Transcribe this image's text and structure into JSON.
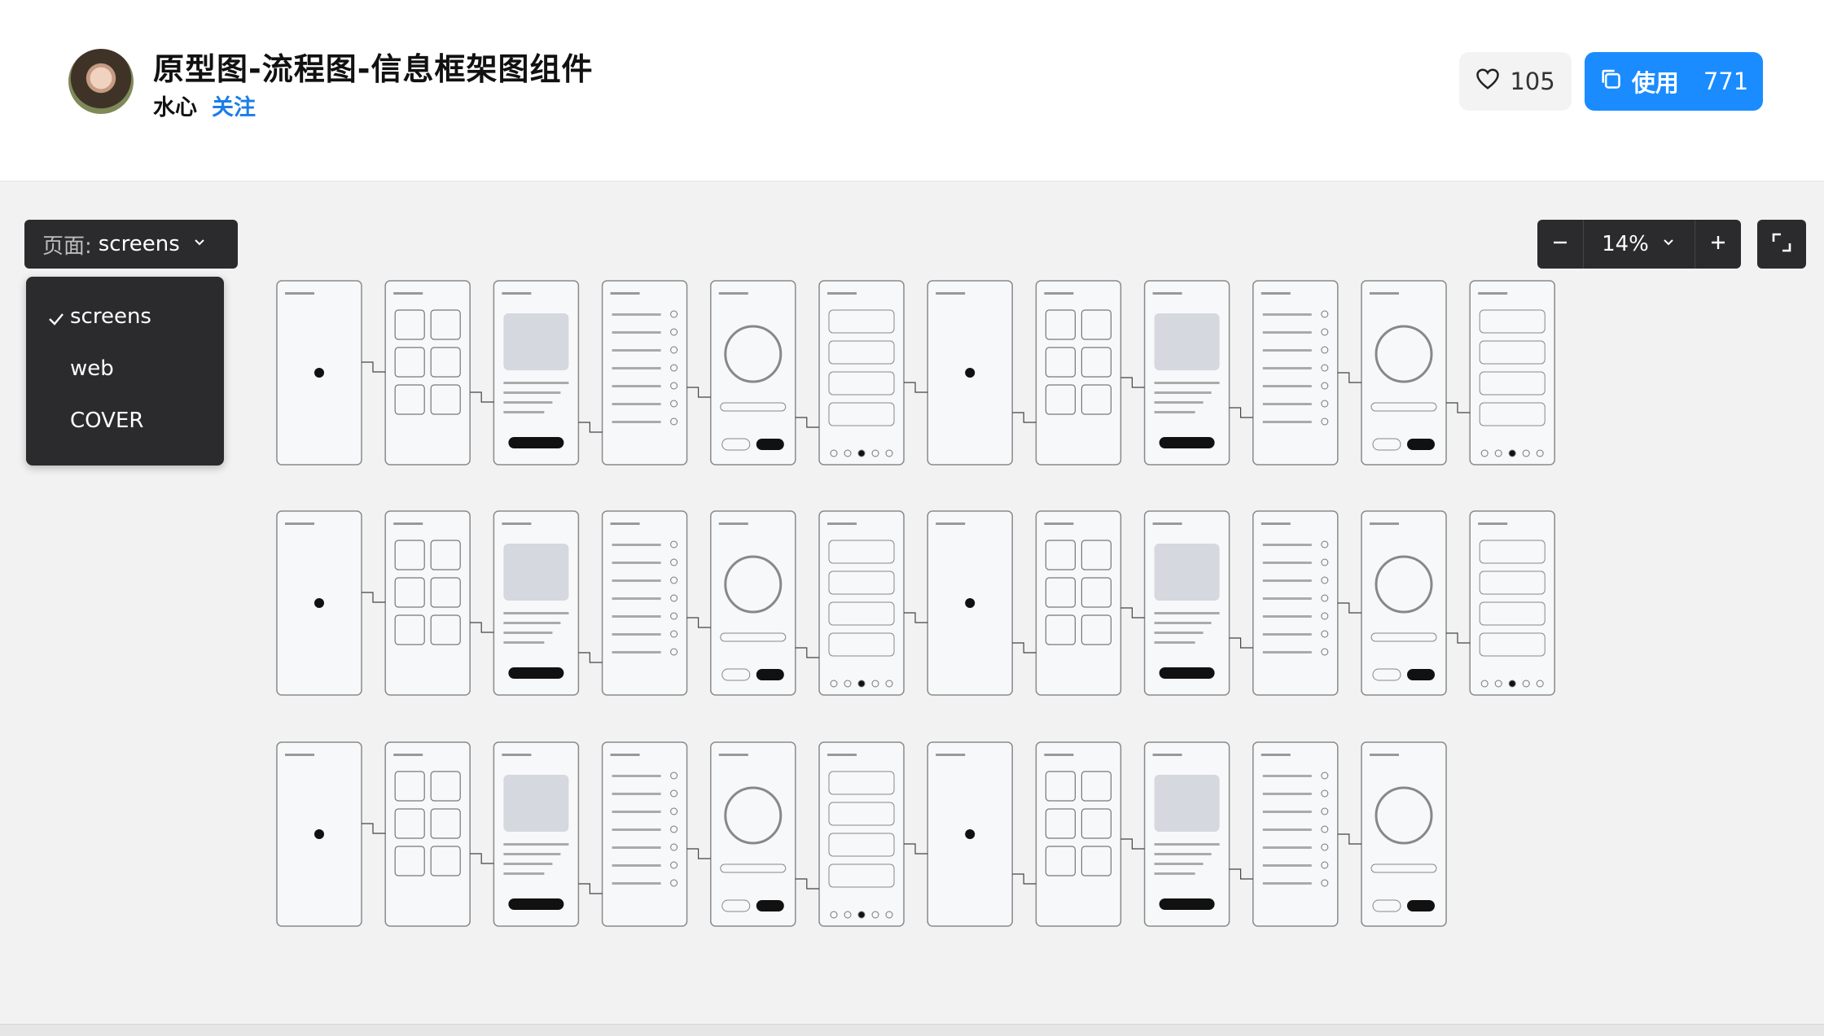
{
  "header": {
    "title": "原型图-流程图-信息框架图组件",
    "author": "水心",
    "follow_label": "关注",
    "like_count": "105",
    "use_label": "使用",
    "use_count": "771"
  },
  "toolbar": {
    "page_label": "页面:",
    "page_value": "screens",
    "zoom_value": "14%"
  },
  "pages_menu": {
    "items": [
      "screens",
      "web",
      "COVER"
    ],
    "selected": "screens"
  },
  "colors": {
    "accent": "#1a8cff",
    "follow": "#1a7ee6",
    "toolbar_bg": "#2b2b2d",
    "canvas_bg": "#f2f2f2"
  },
  "icons": {
    "like": "heart-icon",
    "use": "copy-icon",
    "chevron": "chevron-down-icon",
    "check": "checkmark-icon",
    "zoom_out": "minus-icon",
    "zoom_in": "plus-icon",
    "fullscreen": "fullscreen-icon"
  }
}
